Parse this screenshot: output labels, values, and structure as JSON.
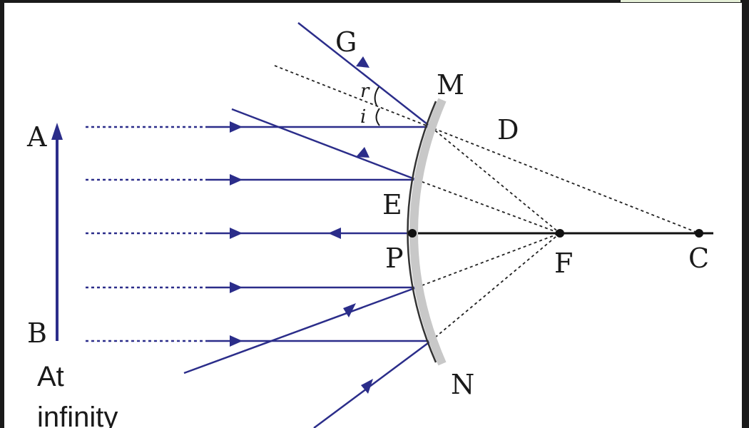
{
  "colors": {
    "ray": "#2b2d8a",
    "axis": "#111111",
    "mirror": "#c8c8c8",
    "mirror_edge": "#333333",
    "dotted": "#222222",
    "background": "#ffffff",
    "frame": "#1a1a1a",
    "accent_corner": "#e6f0d8"
  },
  "labels": {
    "A": "A",
    "B": "B",
    "G": "G",
    "M": "M",
    "r": "r",
    "i": "i",
    "D": "D",
    "E": "E",
    "P": "P",
    "F": "F",
    "C": "C",
    "N": "N",
    "at": "At",
    "infinity": "infinity"
  }
}
